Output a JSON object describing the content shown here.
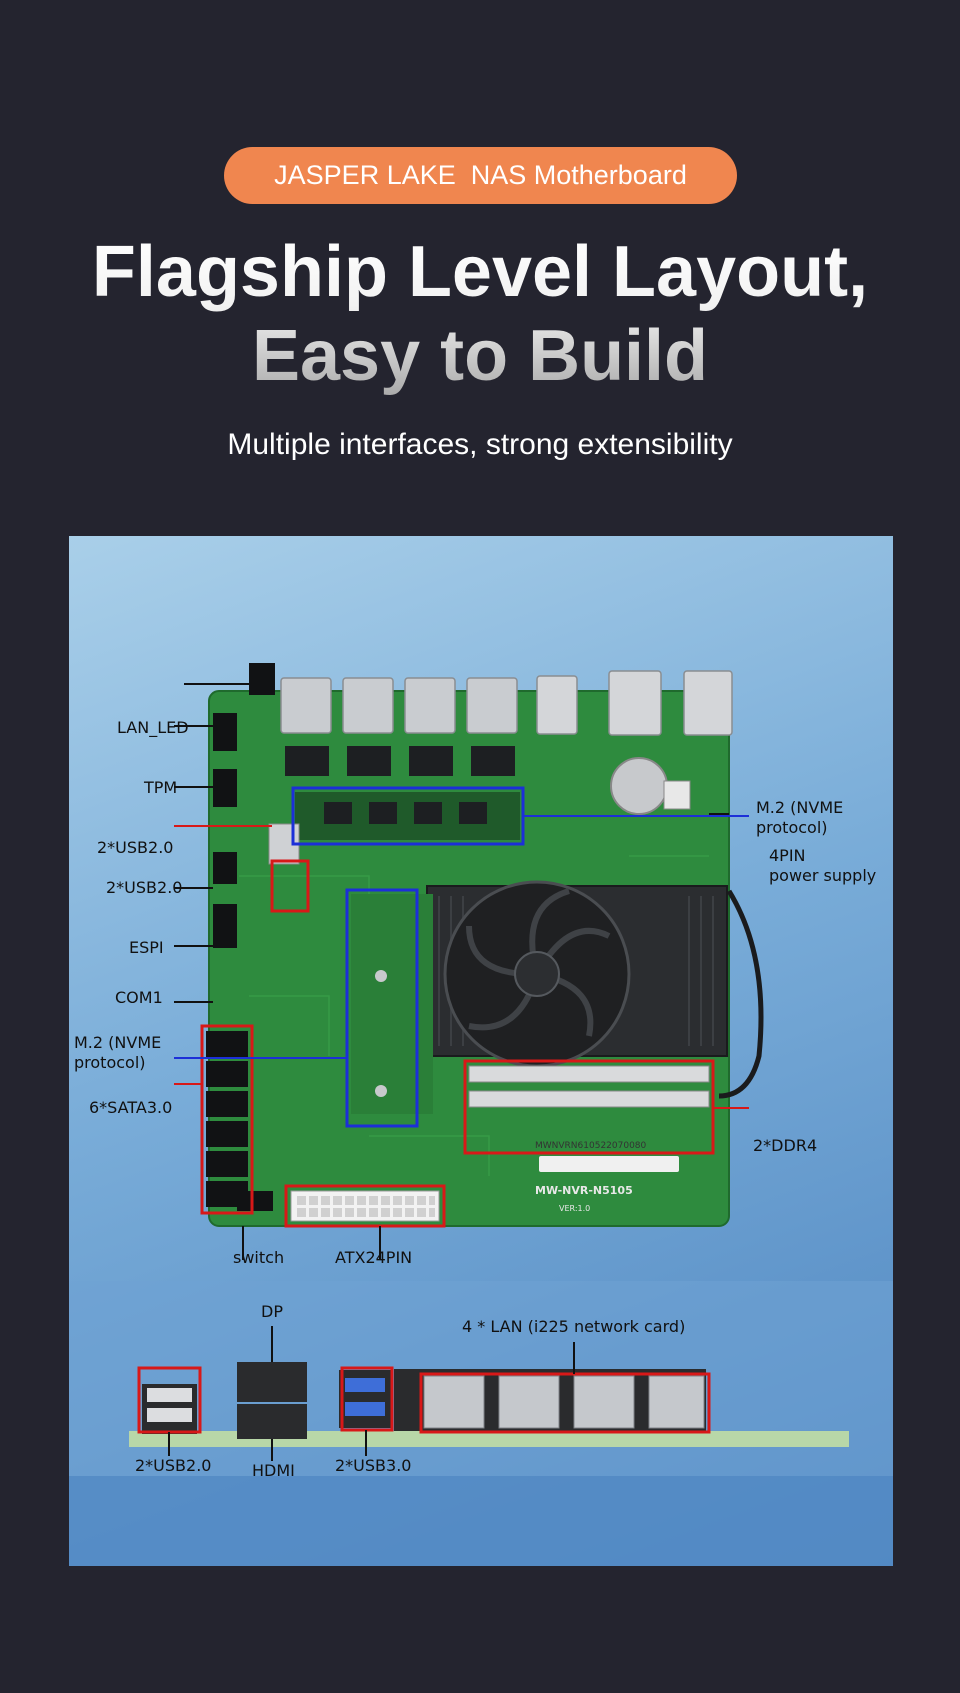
{
  "badge": "JASPER LAKE  NAS Motherboard",
  "headline": {
    "line1": "Flagship Level Layout,",
    "line2": "Easy to Build"
  },
  "subtitle": "Multiple interfaces, strong extensibility",
  "board_labels": {
    "lan_led": "LAN_LED",
    "tpm": "TPM",
    "usb20_header_1": "2*USB2.0",
    "usb20_header_2": "2*USB2.0",
    "espi": "ESPI",
    "com1": "COM1",
    "m2_left_line1": "M.2 (NVME",
    "m2_left_line2": "protocol)",
    "sata": "6*SATA3.0",
    "switch": "switch",
    "atx": "ATX24PIN",
    "m2_right_line1": "M.2 (NVME",
    "m2_right_line2": "protocol)",
    "power_line1": "4PIN",
    "power_line2": "power supply",
    "ddr4": "2*DDR4"
  },
  "board_markings": {
    "model": "MW-NVR-N5105",
    "serial": "MWNVRN610522070080",
    "version": "VER:1.0"
  },
  "io_labels": {
    "dp": "DP",
    "lan": "4 * LAN (i225 network card)",
    "usb20": "2*USB2.0",
    "hdmi": "HDMI",
    "usb30": "2*USB3.0"
  },
  "colors": {
    "background": "#24242f",
    "badge": "#f0864f",
    "pcb": "#2e8b3e",
    "highlight_red": "#d81818",
    "highlight_blue": "#1c2fd8"
  }
}
